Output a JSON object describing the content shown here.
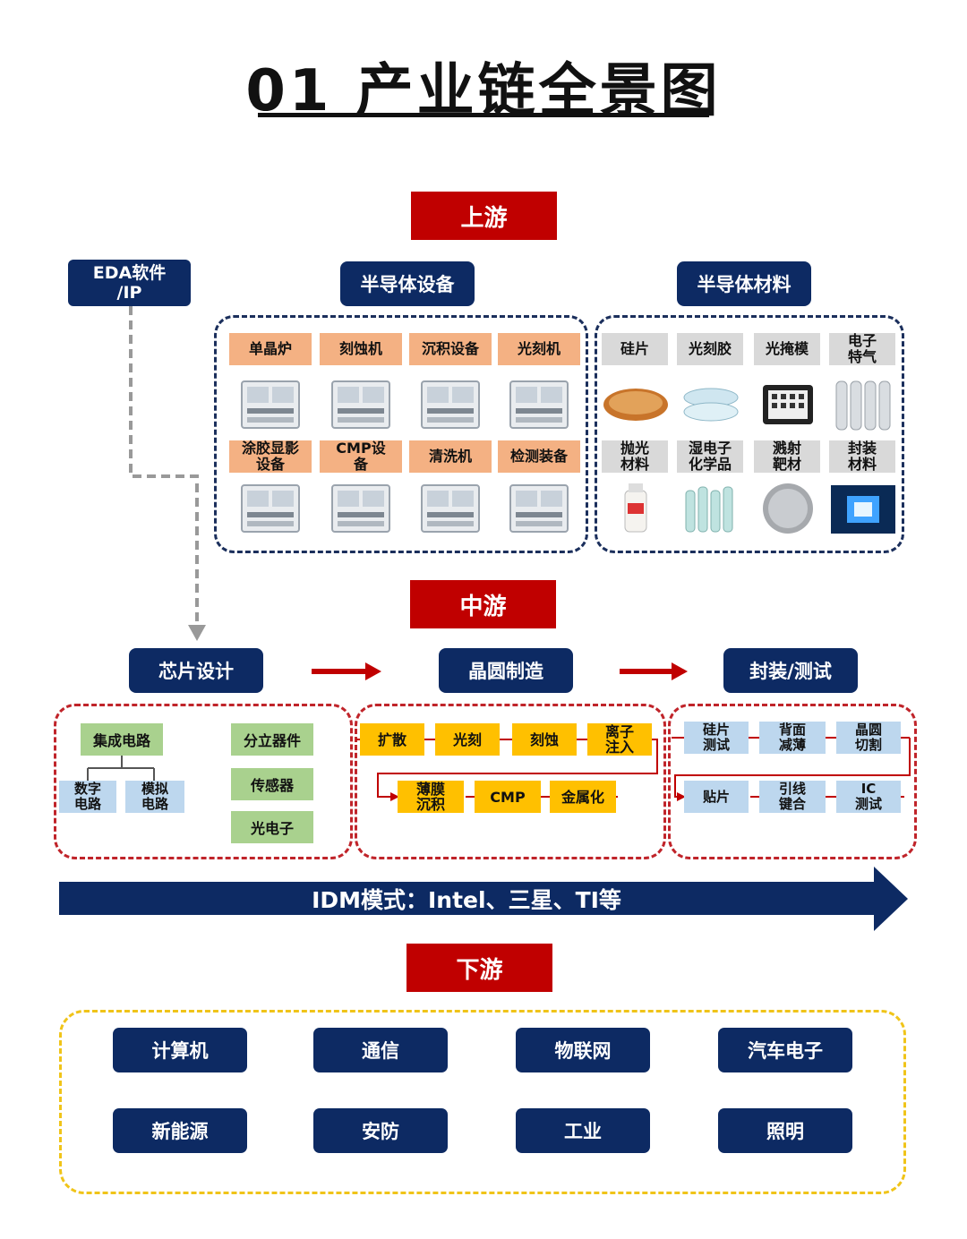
{
  "title": "01 产业链全景图",
  "upstream": {
    "header": "上游",
    "eda": "EDA软件\n/IP",
    "equipment": {
      "title": "半导体设备",
      "items": [
        "单晶炉",
        "刻蚀机",
        "沉积设备",
        "光刻机",
        "涂胶显影\n设备",
        "CMP设\n备",
        "清洗机",
        "检测装备"
      ]
    },
    "materials": {
      "title": "半导体材料",
      "items": [
        "硅片",
        "光刻胶",
        "光掩模",
        "电子\n特气",
        "抛光\n材料",
        "湿电子\n化学品",
        "溅射\n靶材",
        "封装\n材料"
      ]
    }
  },
  "midstream": {
    "header": "中游",
    "stages": [
      "芯片设计",
      "晶圆制造",
      "封装/测试"
    ],
    "design": {
      "ic": "集成电路",
      "digital": "数字\n电路",
      "analog": "模拟\n电路",
      "right": [
        "分立器件",
        "传感器",
        "光电子"
      ]
    },
    "fab": {
      "row1": [
        "扩散",
        "光刻",
        "刻蚀",
        "离子\n注入"
      ],
      "row2": [
        "薄膜\n沉积",
        "CMP",
        "金属化"
      ]
    },
    "pack": {
      "row1": [
        "硅片\n测试",
        "背面\n减薄",
        "晶圆\n切割"
      ],
      "row2": [
        "贴片",
        "引线\n键合",
        "IC\n测试"
      ]
    },
    "idm": "IDM模式：Intel、三星、TI等"
  },
  "downstream": {
    "header": "下游",
    "items": [
      "计算机",
      "通信",
      "物联网",
      "汽车电子",
      "新能源",
      "安防",
      "工业",
      "照明"
    ]
  },
  "colors": {
    "red": "#c00000",
    "navy": "#0d2a63",
    "orange_label": "#f4b183",
    "grey_label": "#d9d9d9",
    "green": "#a9d18e",
    "light_blue": "#bdd7ee",
    "amber": "#ffc000",
    "gold_dash": "#f0c419"
  }
}
